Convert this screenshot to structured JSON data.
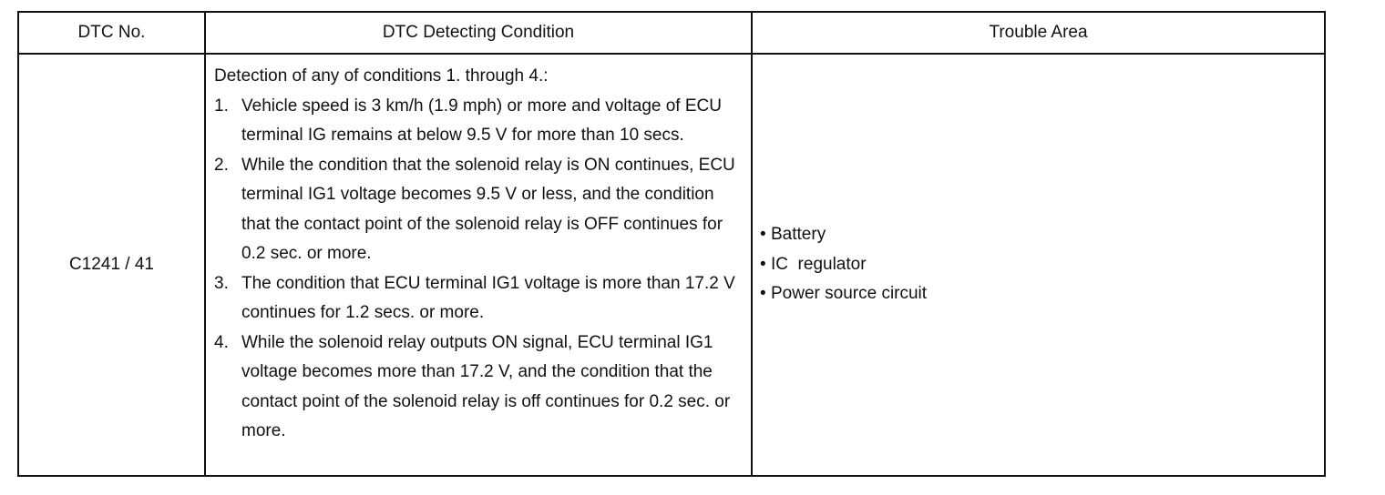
{
  "table": {
    "headers": {
      "dtc_no": "DTC No.",
      "condition": "DTC Detecting Condition",
      "trouble_area": "Trouble Area"
    },
    "row": {
      "dtc_no": "C1241 / 41",
      "condition_intro": "Detection of any of conditions 1. through 4.:",
      "conditions": [
        {
          "num": "1.",
          "text": "Vehicle speed is 3 km/h (1.9 mph) or more and voltage of ECU terminal IG remains at below 9.5 V for more than 10 secs."
        },
        {
          "num": "2.",
          "text": "While the condition that the solenoid relay is ON continues, ECU terminal IG1 voltage becomes 9.5 V or less, and the condition that the contact point of the solenoid relay is OFF continues for 0.2 sec. or more."
        },
        {
          "num": "3.",
          "text": "The condition that ECU terminal IG1 voltage is more than 17.2 V continues for 1.2 secs. or more."
        },
        {
          "num": "4.",
          "text": "While the solenoid relay outputs ON signal, ECU terminal IG1 voltage becomes more than 17.2 V, and the condition that the contact point of the solenoid relay is off continues for 0.2 sec. or more."
        }
      ],
      "trouble_areas": [
        "Battery",
        "IC  regulator",
        "Power source circuit"
      ],
      "bullet": "•"
    }
  }
}
